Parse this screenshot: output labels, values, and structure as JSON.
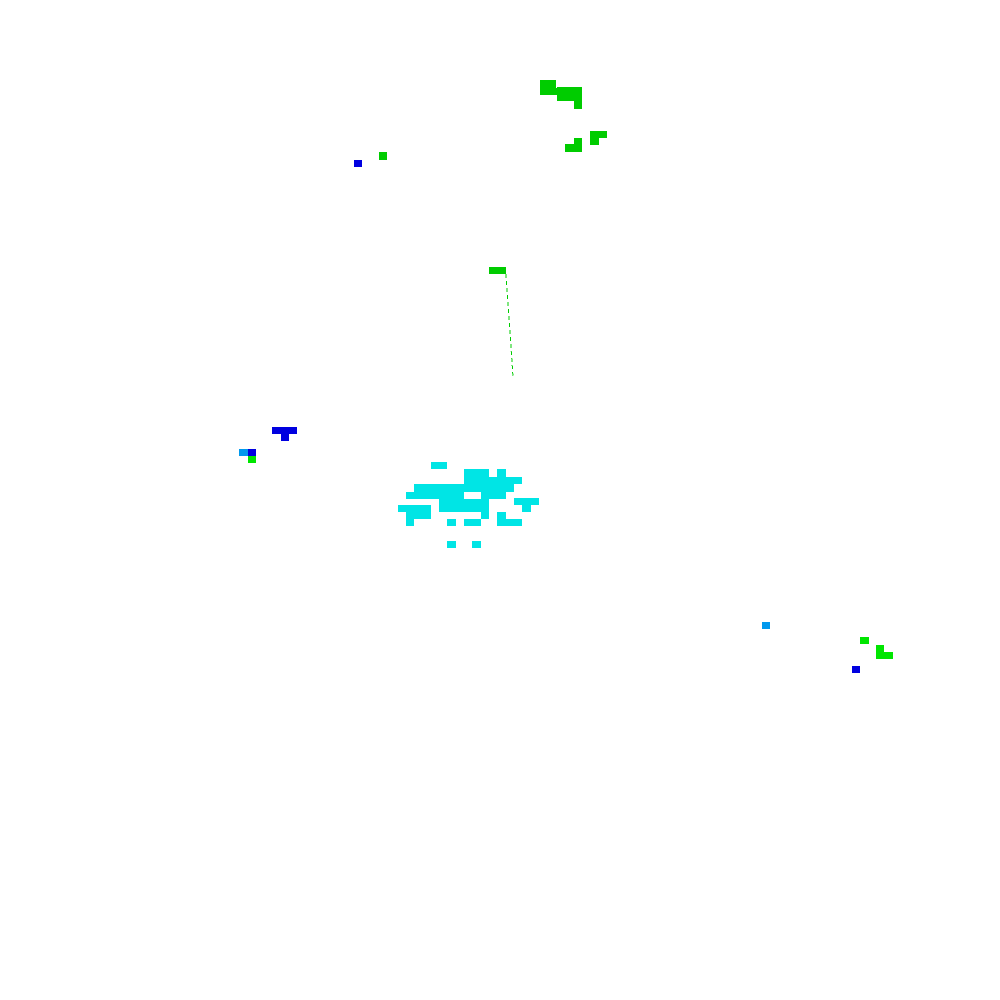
{
  "canvas": {
    "background": "#ffffff"
  },
  "colors": {
    "green": "#00cc00",
    "bright_green": "#00e600",
    "blue": "#0000e0",
    "sky_blue": "#0099ee",
    "cyan": "#00e5e5"
  },
  "clusters": [
    {
      "name": "green-cluster-top",
      "color": "green"
    },
    {
      "name": "green-cluster-upper-right",
      "color": "green"
    },
    {
      "name": "blue-green-pair-upper-left",
      "color": "blue"
    },
    {
      "name": "green-marker-center",
      "color": "green"
    },
    {
      "name": "blue-cluster-left",
      "color": "blue"
    },
    {
      "name": "cyan-cloud-center",
      "color": "cyan"
    },
    {
      "name": "blue-green-cluster-lower-right",
      "color": "bright_green"
    }
  ]
}
